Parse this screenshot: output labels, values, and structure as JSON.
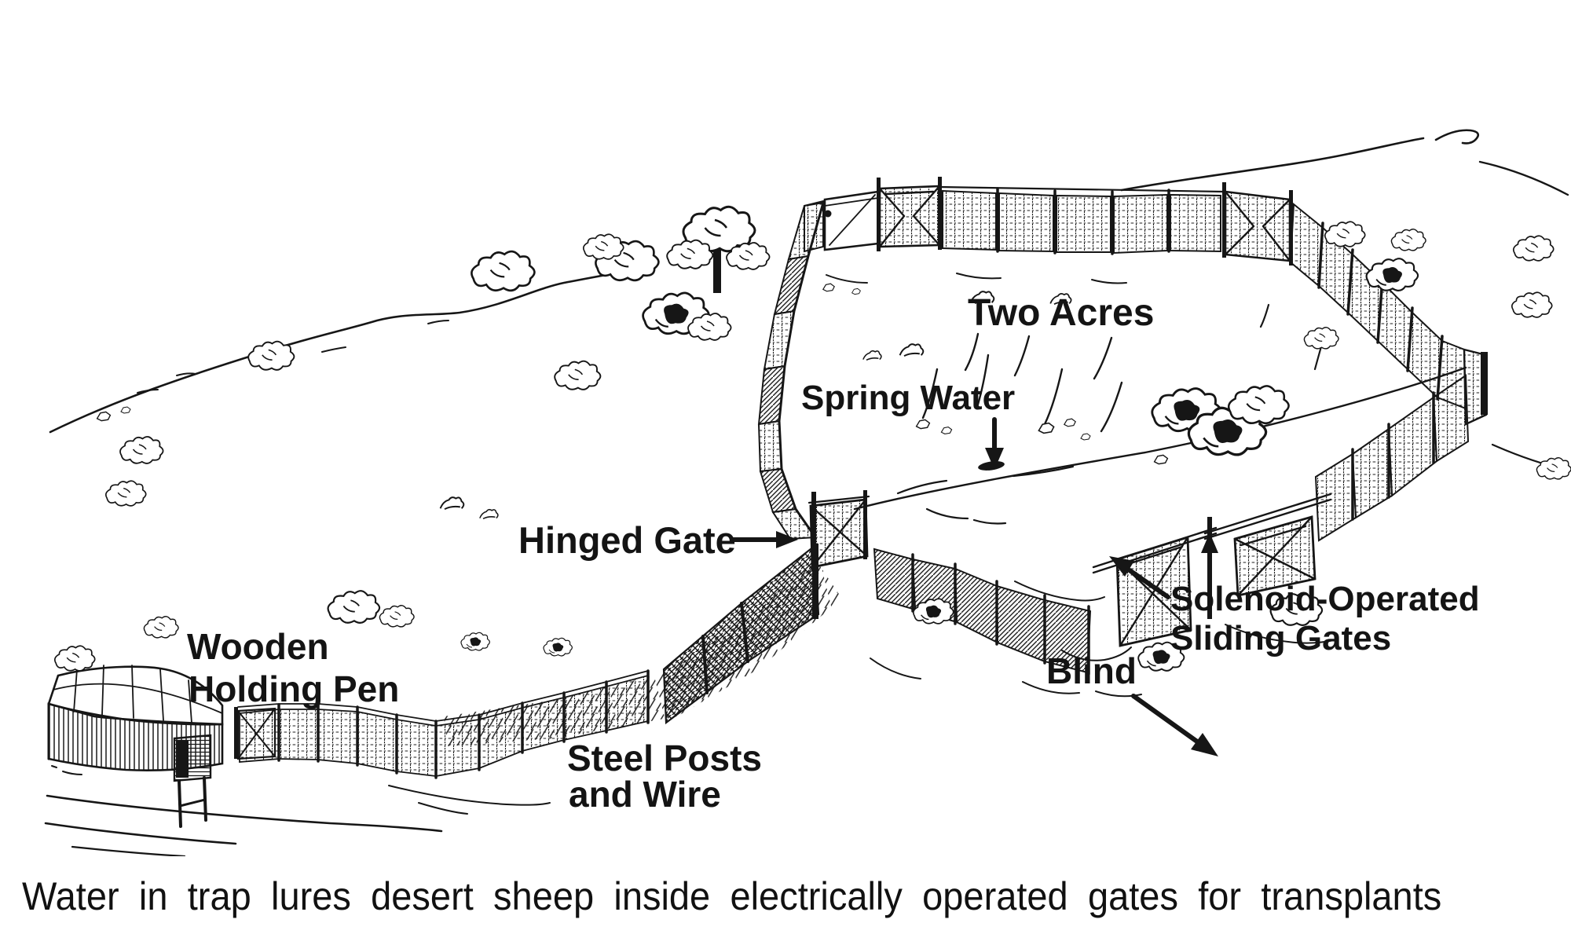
{
  "figure": {
    "caption": "Water in trap lures desert sheep inside electrically operated gates for transplants",
    "labels": {
      "two_acres": "Two Acres",
      "spring_water": "Spring Water",
      "hinged_gate": "Hinged Gate",
      "solenoid_line1": "Solenoid-Operated",
      "solenoid_line2": "Sliding Gates",
      "blind": "Blind",
      "wooden_pen_line1": "Wooden",
      "wooden_pen_line2": "Holding Pen",
      "steel_posts_line1": "Steel Posts",
      "steel_posts_line2": "and Wire"
    },
    "colors": {
      "ink": "#141414",
      "paper": "#ffffff"
    }
  }
}
